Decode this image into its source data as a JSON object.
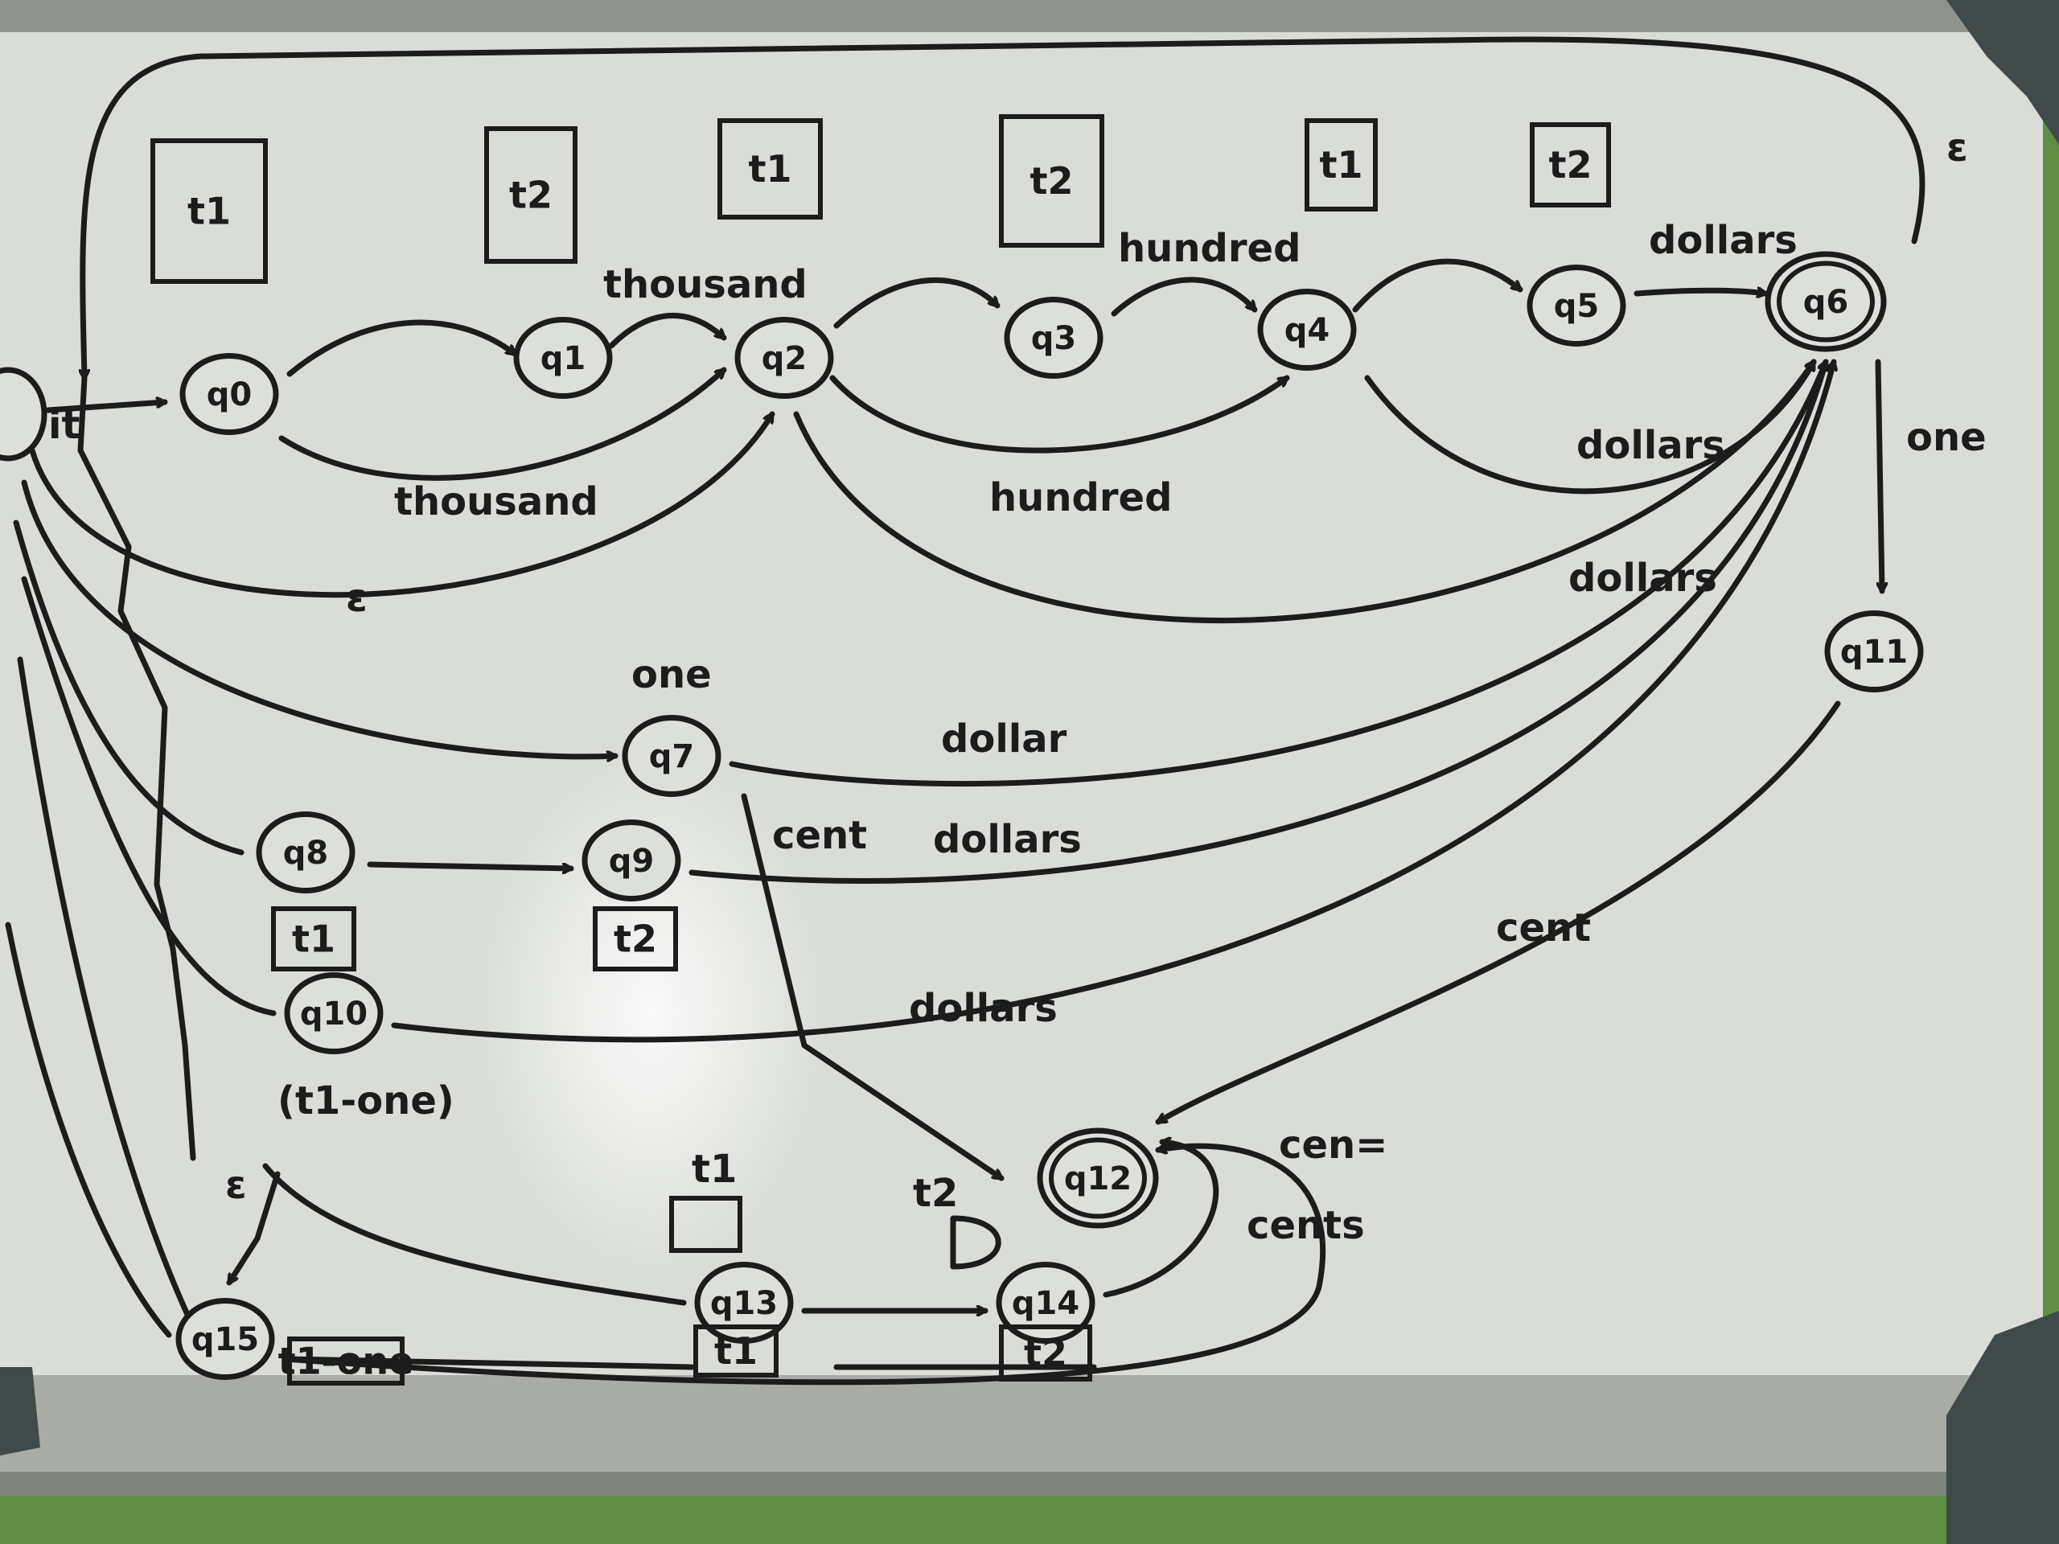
{
  "colors": {
    "board": "#d9dcd7",
    "frame": "#9da19c",
    "corner": "#3f4a49",
    "ink": "#1c1c1c",
    "wall": "#5f8f45"
  },
  "diagram": {
    "states": [
      {
        "id": "q0",
        "label": "q0"
      },
      {
        "id": "q1",
        "label": "q1"
      },
      {
        "id": "q2",
        "label": "q2"
      },
      {
        "id": "q3",
        "label": "q3"
      },
      {
        "id": "q4",
        "label": "q4"
      },
      {
        "id": "q5",
        "label": "q5"
      },
      {
        "id": "q6",
        "label": "q6",
        "accepting": true
      },
      {
        "id": "q7",
        "label": "q7"
      },
      {
        "id": "q8",
        "label": "q8"
      },
      {
        "id": "q9",
        "label": "q9"
      },
      {
        "id": "q10",
        "label": "q10"
      },
      {
        "id": "q11",
        "label": "q11"
      },
      {
        "id": "q12",
        "label": "q12",
        "accepting": true
      },
      {
        "id": "q13",
        "label": "q13"
      },
      {
        "id": "q14",
        "label": "q14"
      },
      {
        "id": "q15",
        "label": "q15"
      }
    ],
    "transitions": [
      {
        "id": "t-init-q0",
        "label": "it"
      },
      {
        "id": "t-q0-q1",
        "label": ""
      },
      {
        "id": "t-q1-q2",
        "label": "thousand"
      },
      {
        "id": "t-q0-q2",
        "label": "thousand"
      },
      {
        "id": "t-q2-q3",
        "label": ""
      },
      {
        "id": "t-q3-q4",
        "label": "hundred"
      },
      {
        "id": "t-q2-q4",
        "label": "hundred"
      },
      {
        "id": "t-q4-q5",
        "label": ""
      },
      {
        "id": "t-q5-q6",
        "label": "dollars"
      },
      {
        "id": "t-q4-q6",
        "label": "dollars"
      },
      {
        "id": "t-q2-q6",
        "label": "dollars"
      },
      {
        "id": "t-init-q2",
        "label": "ε"
      },
      {
        "id": "t-q6-init",
        "label": "ε"
      },
      {
        "id": "t-q6-q11",
        "label": "one"
      },
      {
        "id": "t-init-q7",
        "label": "one"
      },
      {
        "id": "t-q7-q6",
        "label": "dollar"
      },
      {
        "id": "t-q7-q12",
        "label": "cent"
      },
      {
        "id": "t-q8-q9",
        "label": ""
      },
      {
        "id": "t-q9-q6",
        "label": "dollars"
      },
      {
        "id": "t-q10-q6",
        "label": "dollars"
      },
      {
        "id": "t-q11-q12",
        "label": "cent"
      },
      {
        "id": "t-eps-q15",
        "label": "ε"
      },
      {
        "id": "t-q13-q14",
        "label": ""
      },
      {
        "id": "t-q14-q12",
        "label": "cents"
      },
      {
        "id": "t-q15-q12",
        "label": "cen="
      }
    ],
    "annotations": [
      {
        "id": "box-q0",
        "label": "t1"
      },
      {
        "id": "box-q1",
        "label": "t2"
      },
      {
        "id": "box-q2",
        "label": "t1"
      },
      {
        "id": "box-q3",
        "label": "t2"
      },
      {
        "id": "box-q4",
        "label": "t1"
      },
      {
        "id": "box-q5",
        "label": "t2"
      },
      {
        "id": "box-q8",
        "label": "t1"
      },
      {
        "id": "box-q9",
        "label": "t2"
      },
      {
        "id": "note-q10",
        "label": "(t1-one)"
      },
      {
        "id": "note-q13",
        "label": "t1"
      },
      {
        "id": "note-q12",
        "label": "t2"
      },
      {
        "id": "box-q13",
        "label": "t1"
      },
      {
        "id": "box-q14",
        "label": "t2"
      },
      {
        "id": "box-q15",
        "label": "t1-one"
      }
    ]
  }
}
